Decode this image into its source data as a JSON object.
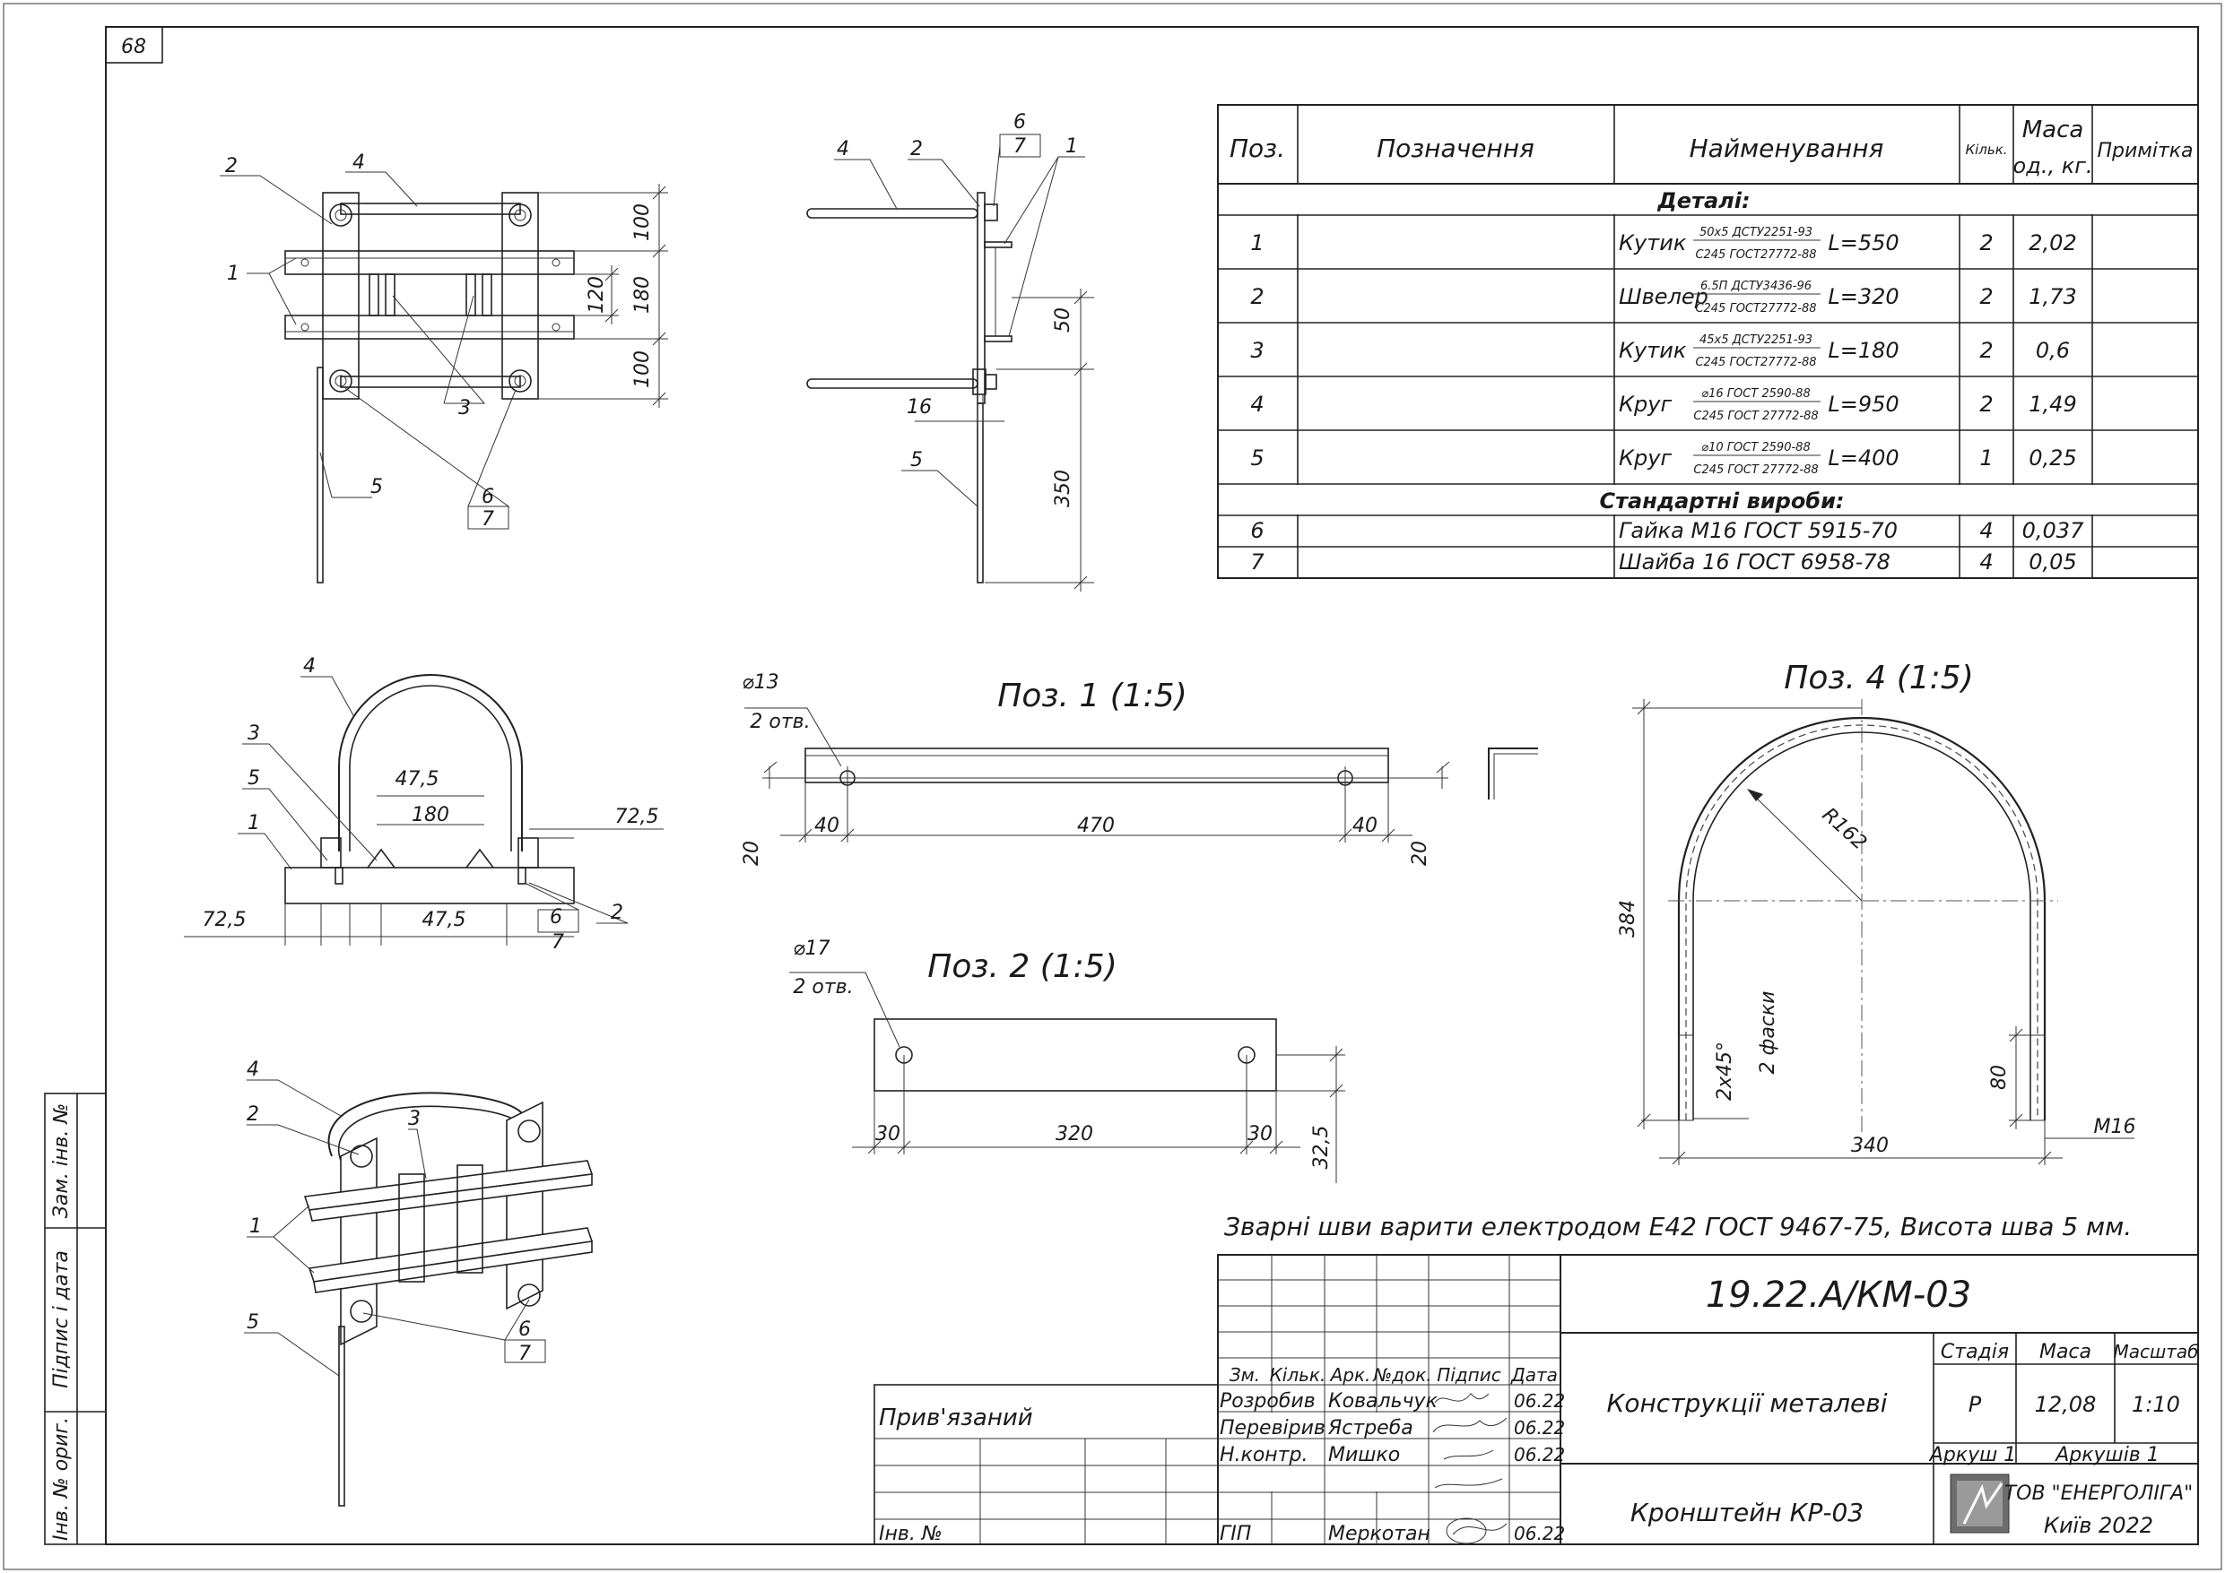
{
  "sheet_number": "68",
  "parts_table": {
    "headers": {
      "pos": "Поз.",
      "designation": "Позначення",
      "name": "Найменування",
      "qty": "Кільк.",
      "mass_line1": "Маса",
      "mass_line2": "од., кг.",
      "note": "Примітка"
    },
    "section_details": "Деталі:",
    "section_standard": "Стандартні вироби:",
    "rows": [
      {
        "pos": "1",
        "name": "Кутик",
        "spec_top": "50х5 ДСТУ2251-93",
        "spec_bottom": "С245 ГОСТ27772-88",
        "length": "L=550",
        "qty": "2",
        "mass": "2,02"
      },
      {
        "pos": "2",
        "name": "Швелер",
        "spec_top": "6.5П ДСТУ3436-96",
        "spec_bottom": "С245 ГОСТ27772-88",
        "length": "L=320",
        "qty": "2",
        "mass": "1,73"
      },
      {
        "pos": "3",
        "name": "Кутик",
        "spec_top": "45х5 ДСТУ2251-93",
        "spec_bottom": "С245 ГОСТ27772-88",
        "length": "L=180",
        "qty": "2",
        "mass": "0,6"
      },
      {
        "pos": "4",
        "name": "Круг",
        "spec_top": "⌀16 ГОСТ 2590-88",
        "spec_bottom": "С245 ГОСТ 27772-88",
        "length": "L=950",
        "qty": "2",
        "mass": "1,49"
      },
      {
        "pos": "5",
        "name": "Круг",
        "spec_top": "⌀10 ГОСТ 2590-88",
        "spec_bottom": "С245 ГОСТ 27772-88",
        "length": "L=400",
        "qty": "1",
        "mass": "0,25"
      }
    ],
    "standard_rows": [
      {
        "pos": "6",
        "name": "Гайка М16 ГОСТ 5915-70",
        "qty": "4",
        "mass": "0,037"
      },
      {
        "pos": "7",
        "name": "Шайба 16 ГОСТ 6958-78",
        "qty": "4",
        "mass": "0,05"
      }
    ]
  },
  "views": {
    "front": {
      "dims": [
        "100",
        "180",
        "120",
        "100"
      ],
      "callouts": [
        "2",
        "4",
        "1",
        "3",
        "5",
        "6",
        "7"
      ]
    },
    "side": {
      "dims": [
        "50",
        "16",
        "350"
      ],
      "callouts": [
        "4",
        "2",
        "6",
        "7",
        "1",
        "5"
      ]
    },
    "top": {
      "dims": [
        "47,5",
        "180",
        "72,5",
        "72,5",
        "47,5"
      ],
      "callouts": [
        "4",
        "3",
        "5",
        "1",
        "6",
        "7",
        "2"
      ]
    },
    "iso": {
      "callouts": [
        "4",
        "2",
        "3",
        "1",
        "5",
        "6",
        "7"
      ]
    }
  },
  "detail_pos1": {
    "title": "Поз. 1 (1:5)",
    "hole_dia": "⌀13",
    "hole_count": "2 отв.",
    "dims": [
      "40",
      "470",
      "40",
      "20",
      "20"
    ]
  },
  "detail_pos2": {
    "title": "Поз. 2 (1:5)",
    "hole_dia": "⌀17",
    "hole_count": "2 отв.",
    "dims": [
      "30",
      "320",
      "30",
      "32,5"
    ]
  },
  "detail_pos4": {
    "title": "Поз. 4 (1:5)",
    "radius": "R162",
    "height": "384",
    "chamfer": "2х45°",
    "chamfer_note": "2 фаски",
    "thread_len": "80",
    "width": "340",
    "thread": "М16"
  },
  "weld_note": "Зварні шви варити електродом Е42 ГОСТ 9467-75, Висота шва 5 мм.",
  "title_block": {
    "doc_code": "19.22.А/КМ-03",
    "construction": "Конструкції металеві",
    "item_name": "Кронштейн КР-03",
    "stage_label": "Стадія",
    "mass_label": "Маса",
    "scale_label": "Масштаб",
    "stage": "Р",
    "mass": "12,08",
    "scale": "1:10",
    "sheet_label": "Аркуш 1",
    "sheets_label": "Аркушів 1",
    "company": "ТОВ \"ЕНЕРГОЛІГА\"",
    "city_year": "Київ 2022",
    "col_headers": [
      "Зм.",
      "Кільк.",
      "Арк.",
      "№док.",
      "Підпис",
      "Дата"
    ],
    "roles": [
      {
        "role": "Розробив",
        "name": "Ковальчук",
        "date": "06.22"
      },
      {
        "role": "Перевірив",
        "name": "Ястреба",
        "date": "06.22"
      },
      {
        "role": "Н.контр.",
        "name": "Мишко",
        "date": "06.22"
      },
      {
        "role": "ГІП",
        "name": "Меркотан",
        "date": "06.22"
      }
    ],
    "linked_label": "Прив'язаний",
    "inv_label": "Інв. №"
  },
  "side_stamp": {
    "replace_inv": "Зам. інв. №",
    "sign_date": "Підпис і дата",
    "orig_inv": "Інв. № ориг."
  }
}
